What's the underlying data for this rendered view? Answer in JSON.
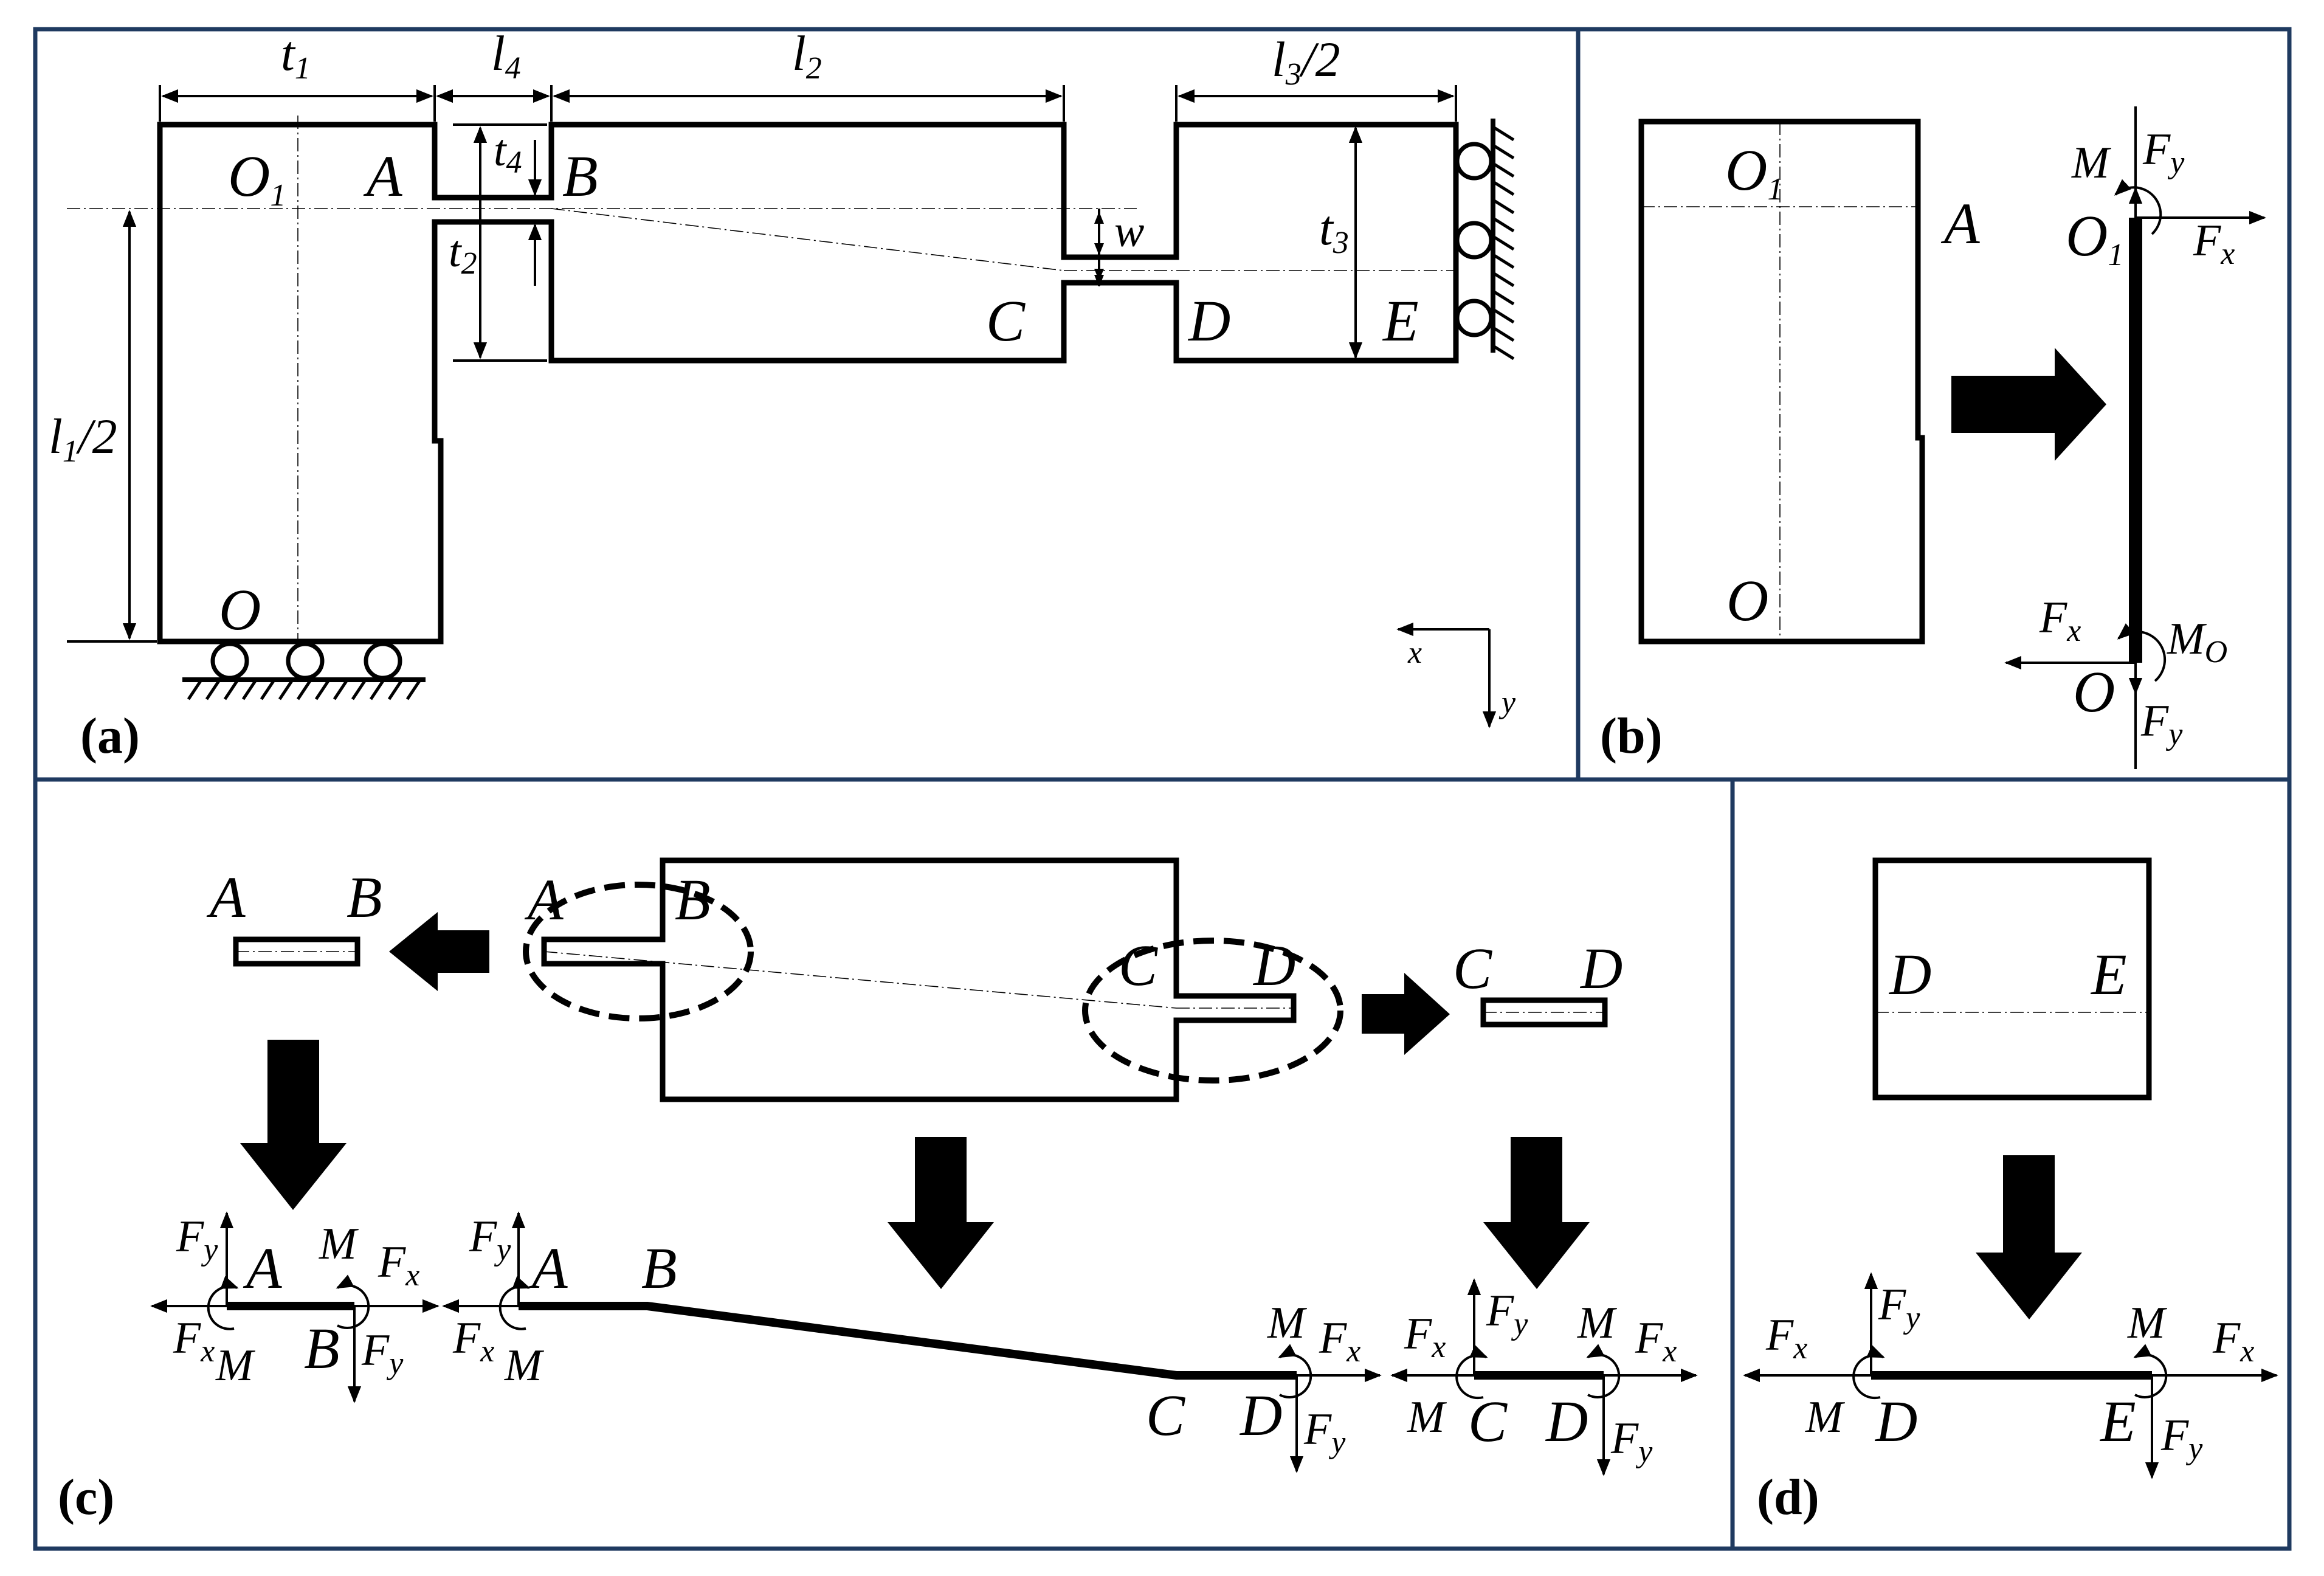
{
  "panels": {
    "a": "(a)",
    "b": "(b)",
    "c": "(c)",
    "d": "(d)"
  },
  "points": {
    "O": "O",
    "O1": "O",
    "O1_sub": "1",
    "A": "A",
    "B": "B",
    "C": "C",
    "D": "D",
    "E": "E"
  },
  "dimensions": {
    "t1": "t",
    "t1_sub": "1",
    "l4": "l",
    "l4_sub": "4",
    "l2": "l",
    "l2_sub": "2",
    "l3half": "l",
    "l3half_sub": "3",
    "l3half_tail": "/2",
    "t4": "t",
    "t4_sub": "4",
    "t2": "t",
    "t2_sub": "2",
    "t3": "t",
    "t3_sub": "3",
    "w": "w",
    "l1half": "l",
    "l1half_sub": "1",
    "l1half_tail": "/2"
  },
  "axes": {
    "x": "x",
    "y": "y"
  },
  "forces": {
    "F": "F",
    "x": "x",
    "y": "y",
    "M": "M",
    "O": "O"
  },
  "colors": {
    "frame": "#1f3a60",
    "ink": "#000000"
  }
}
